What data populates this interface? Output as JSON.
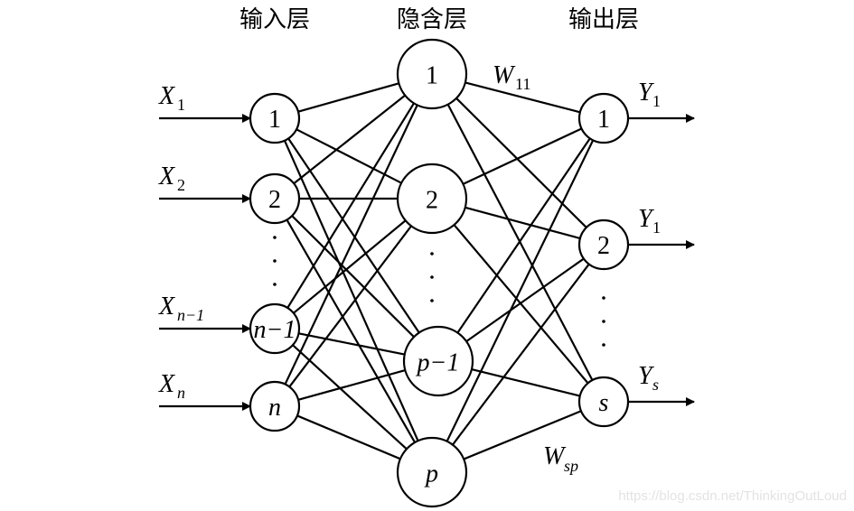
{
  "layers": {
    "input_title": "输入层",
    "hidden_title": "隐含层",
    "output_title": "输出层"
  },
  "input_nodes": [
    {
      "label": "1",
      "italic": false,
      "signal": "X",
      "sub": "1"
    },
    {
      "label": "2",
      "italic": false,
      "signal": "X",
      "sub": "2"
    },
    {
      "label": "n−1",
      "italic": true,
      "signal": "X",
      "sub": "n−1"
    },
    {
      "label": "n",
      "italic": true,
      "signal": "X",
      "sub": "n"
    }
  ],
  "hidden_nodes": [
    {
      "label": "1",
      "italic": false
    },
    {
      "label": "2",
      "italic": false
    },
    {
      "label": "p−1",
      "italic": true
    },
    {
      "label": "p",
      "italic": true
    }
  ],
  "output_nodes": [
    {
      "label": "1",
      "italic": false,
      "signal": "Y",
      "sub": "1"
    },
    {
      "label": "2",
      "italic": false,
      "signal": "Y",
      "sub": "1"
    },
    {
      "label": "s",
      "italic": true,
      "signal": "Y",
      "sub": "s"
    }
  ],
  "weights": {
    "first": {
      "symbol": "W",
      "sub": "11"
    },
    "last": {
      "symbol": "W",
      "sub": "sp"
    }
  },
  "ellipsis": "·",
  "watermark": "https://blog.csdn.net/ThinkingOutLoud"
}
